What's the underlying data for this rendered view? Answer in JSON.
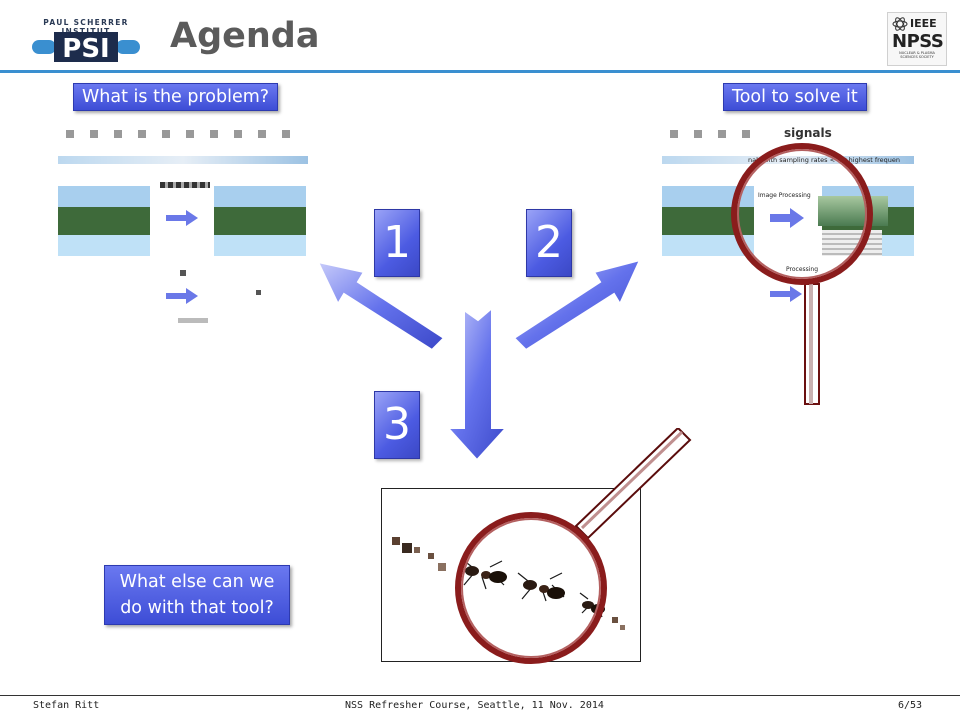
{
  "header": {
    "institute": "PAUL SCHERRER INSTITUT",
    "logo_mark": "PSI",
    "title": "Agenda",
    "ieee_line1": "IEEE",
    "ieee_line2": "NPSS",
    "ieee_line3": "NUCLEAR & PLASMA SCIENCES SOCIETY"
  },
  "callouts": {
    "problem": "What is the problem?",
    "tool": "Tool to solve it",
    "else": "What else can we do with that tool?"
  },
  "steps": [
    "1",
    "2",
    "3"
  ],
  "right_thumb": {
    "heading": "signals",
    "subline": "nals with sampling rates < 2 * highest frequen",
    "image_processing": "Image Processing",
    "processing": "Processing"
  },
  "footer": {
    "author": "Stefan Ritt",
    "event": "NSS Refresher Course, Seattle, 11 Nov. 2014",
    "page": "6/53"
  },
  "colors": {
    "accent_blue": "#3a8fd0",
    "callout_blue": "#4a5ae0",
    "magnifier_red": "#8a1c1c"
  }
}
